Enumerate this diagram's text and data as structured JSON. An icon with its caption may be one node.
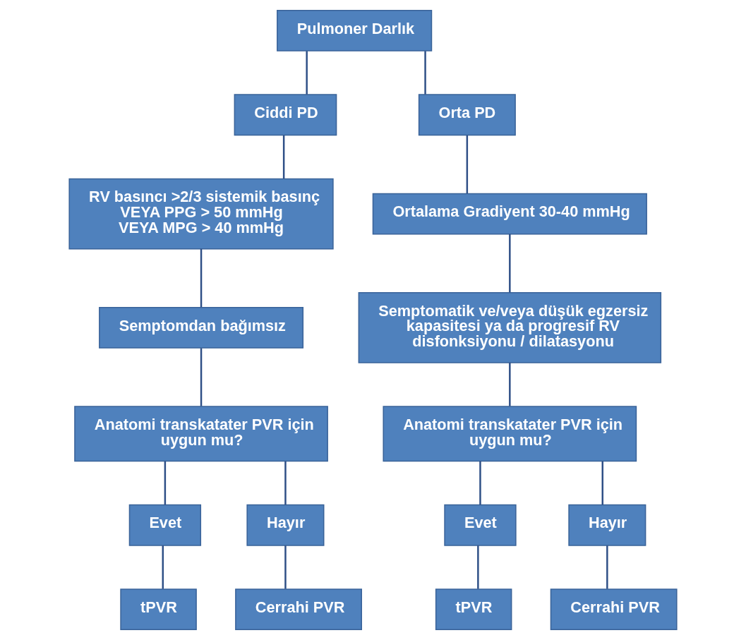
{
  "diagram": {
    "nodes": [
      {
        "text": [
          "Pulmoner Darlık"
        ]
      },
      {
        "text": [
          "Ciddi PD"
        ]
      },
      {
        "text": [
          "Orta PD"
        ]
      },
      {
        "text": [
          "RV basıncı >2/3 sistemik basınç",
          "VEYA PPG > 50 mmHg",
          "VEYA MPG > 40 mmHg"
        ]
      },
      {
        "text": [
          "Ortalama Gradiyent 30-40 mmHg"
        ]
      },
      {
        "text": [
          "Semptomdan bağımsız"
        ]
      },
      {
        "text": [
          "Semptomatik ve/veya düşük egzersiz kapasitesi ya da progresif RV disfonksiyonu / dilatasyonu"
        ]
      },
      {
        "text": [
          "Anatomi transkatater PVR için uygun mu?"
        ]
      },
      {
        "text": [
          "Anatomi transkatater PVR için uygun mu?"
        ]
      },
      {
        "text": [
          "Evet"
        ]
      },
      {
        "text": [
          "Hayır"
        ]
      },
      {
        "text": [
          "Evet"
        ]
      },
      {
        "text": [
          "Hayır"
        ]
      },
      {
        "text": [
          "tPVR"
        ]
      },
      {
        "text": [
          "Cerrahi PVR"
        ]
      },
      {
        "text": [
          "tPVR"
        ]
      },
      {
        "text": [
          "Cerrahi PVR"
        ]
      }
    ],
    "edges": [
      {
        "from": 0,
        "to": 1,
        "arrow": "none"
      },
      {
        "from": 0,
        "to": 2,
        "arrow": "none"
      },
      {
        "from": 1,
        "to": 3,
        "arrow": "none"
      },
      {
        "from": 2,
        "to": 4,
        "arrow": "none"
      },
      {
        "from": 3,
        "to": 5,
        "arrow": "none"
      },
      {
        "from": 4,
        "to": 6,
        "arrow": "none"
      },
      {
        "from": 5,
        "to": 7,
        "arrow": "none"
      },
      {
        "from": 6,
        "to": 8,
        "arrow": "none"
      },
      {
        "from": 7,
        "to": 9,
        "arrow": "none"
      },
      {
        "from": 7,
        "to": 10,
        "arrow": "none"
      },
      {
        "from": 8,
        "to": 11,
        "arrow": "none"
      },
      {
        "from": 8,
        "to": 12,
        "arrow": "none"
      },
      {
        "from": 9,
        "to": 13,
        "arrow": "none"
      },
      {
        "from": 10,
        "to": 14,
        "arrow": "none"
      },
      {
        "from": 11,
        "to": 15,
        "arrow": "none"
      },
      {
        "from": 12,
        "to": 16,
        "arrow": "none"
      }
    ]
  }
}
